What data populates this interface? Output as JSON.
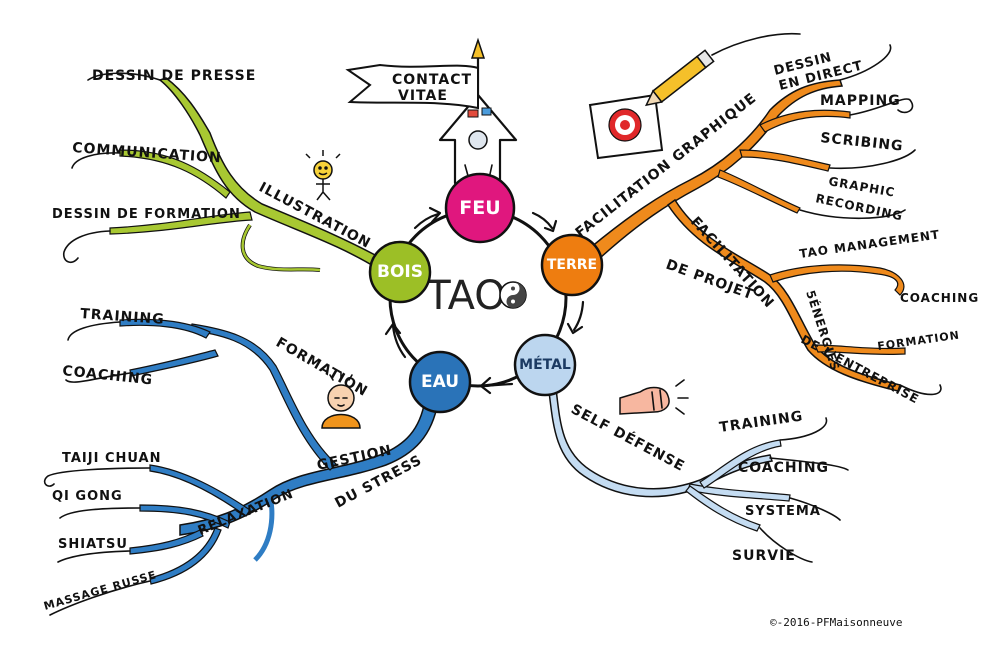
{
  "center": {
    "label": "TAO"
  },
  "elements": {
    "feu": {
      "label": "FEU",
      "color": "#e0177e"
    },
    "terre": {
      "label": "TERRE",
      "color": "#ee7d10"
    },
    "metal": {
      "label": "MÉTAL",
      "color": "#bcd6ef"
    },
    "eau": {
      "label": "EAU",
      "color": "#2a73b8"
    },
    "bois": {
      "label": "BOIS",
      "color": "#9cbf26"
    }
  },
  "flag": {
    "line1": "CONTACT",
    "line2": "VITAE"
  },
  "branches": {
    "bois": {
      "title": "ILLUSTRATION",
      "leaves": [
        "DESSIN DE PRESSE",
        "COMMUNICATION",
        "DESSIN DE FORMATION"
      ]
    },
    "terre_graphique": {
      "title": "FACILITATION GRAPHIQUE",
      "leaves": [
        "DESSIN",
        "EN DIRECT",
        "MAPPING",
        "SCRIBING",
        "GRAPHIC",
        "RECORDING"
      ]
    },
    "terre_projet": {
      "title_line1": "FACILITATION",
      "title_line2": "DE PROJET",
      "leaves": [
        "TAO MANAGEMENT",
        "COACHING",
        "FORMATION"
      ],
      "sub_line1": "5ÉNERGIES",
      "sub_line2": "DE L'ENTREPRISE"
    },
    "metal": {
      "title": "SELF DÉFENSE",
      "leaves": [
        "TRAINING",
        "COACHING",
        "SYSTEMA",
        "SURVIE"
      ]
    },
    "eau": {
      "title_line1": "GESTION",
      "title_line2": "DU STRESS",
      "formation": "FORMATION",
      "formation_leaves": [
        "TRAINING",
        "COACHING"
      ],
      "relaxation": "RELAXATION",
      "relaxation_leaves": [
        "TAIJI CHUAN",
        "QI GONG",
        "SHIATSU",
        "MASSAGE RUSSE"
      ]
    }
  },
  "copyright": "©-2016-PFMaisonneuve"
}
